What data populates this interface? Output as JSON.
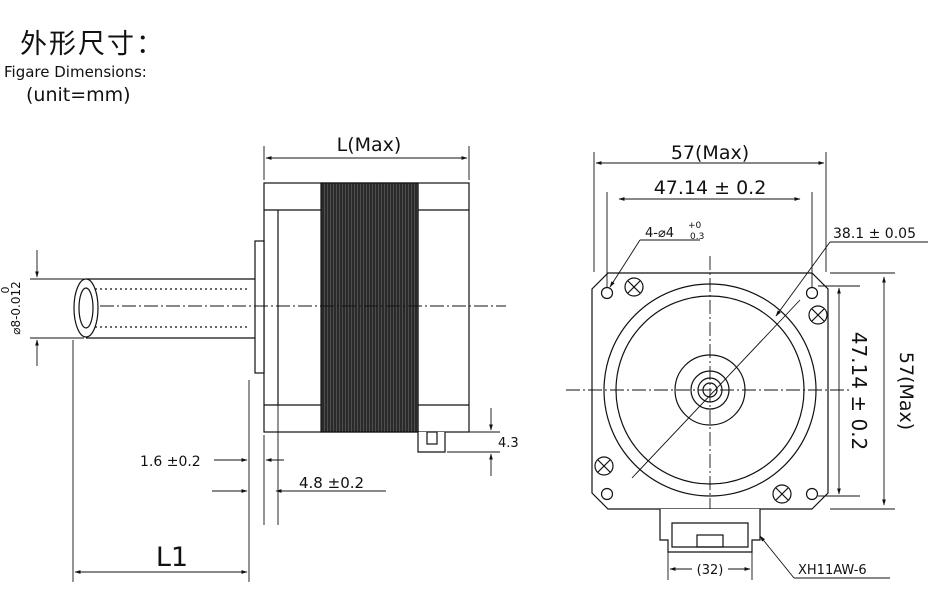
{
  "header": {
    "title_cn": "外形尺寸：",
    "title_en": "Figare Dimensions:",
    "unit": "(unit=mm)"
  },
  "side_view": {
    "length_label": "L(Max)",
    "shaft_diameter_main": "⌀8-0.012",
    "shaft_diameter_upper": "0",
    "boss_label": "1.6 ±0.2",
    "flange_label": "4.8 ±0.2",
    "connector_height_label": "4.3",
    "shaft_length_label": "L1"
  },
  "front_view": {
    "width_label": "57(Max)",
    "hole_pitch_label": "47.14 ± 0.2",
    "hole_label_main": "4-⌀4",
    "hole_label_sup": "+0",
    "hole_label_sub": "0.3",
    "pilot_label": "38.1 ± 0.05",
    "height_label": "57(Max)",
    "vertical_pitch_label": "47.14 ± 0.2",
    "connector_width_label": "(32)",
    "connector_label": "XH11AW-6"
  },
  "colors": {
    "line": "#111111",
    "stator": "#2a2a2a",
    "background": "#ffffff"
  }
}
